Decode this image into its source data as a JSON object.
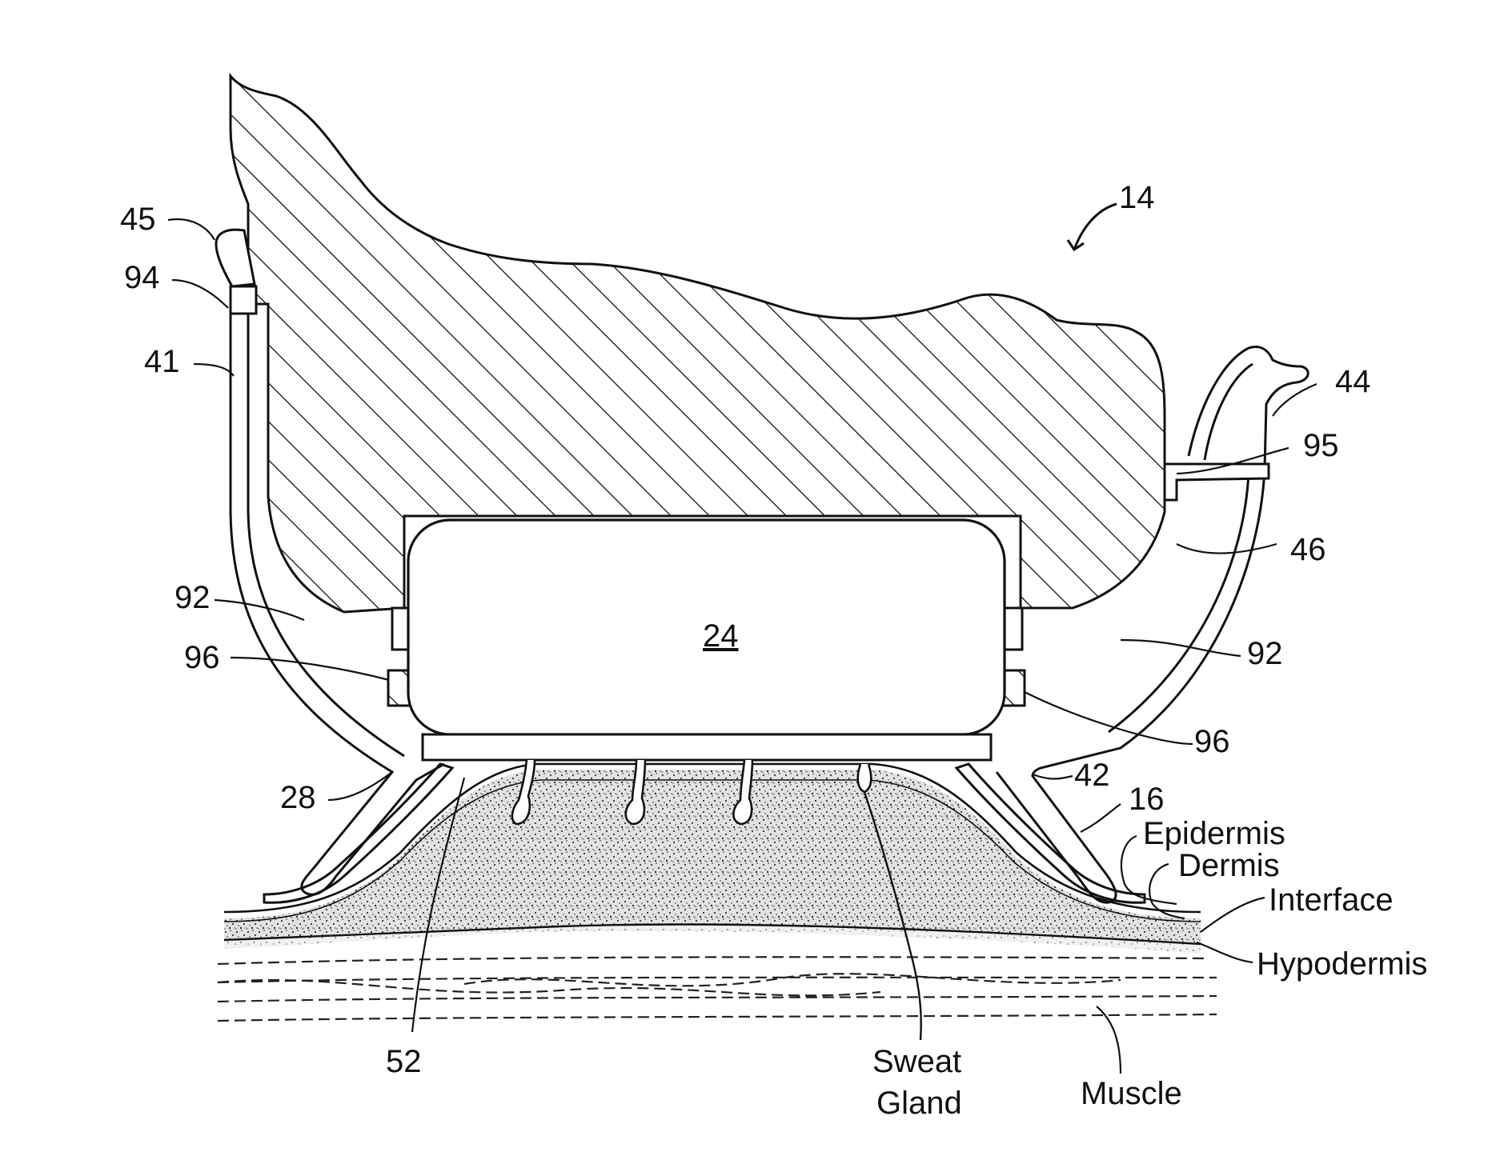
{
  "figure": {
    "ref_labels": {
      "device": "14",
      "r45": "45",
      "r94": "94",
      "r41": "41",
      "r92_left": "92",
      "r96_left": "96",
      "r28": "28",
      "r24": "24",
      "r52": "52",
      "r44": "44",
      "r95": "95",
      "r46": "46",
      "r92_right": "92",
      "r96_right": "96",
      "r42": "42",
      "r16": "16"
    },
    "tissue_labels": {
      "epidermis": "Epidermis",
      "dermis": "Dermis",
      "interface": "Interface",
      "hypodermis": "Hypodermis",
      "muscle": "Muscle",
      "sweat_gland_line1": "Sweat",
      "sweat_gland_line2": "Gland"
    }
  }
}
